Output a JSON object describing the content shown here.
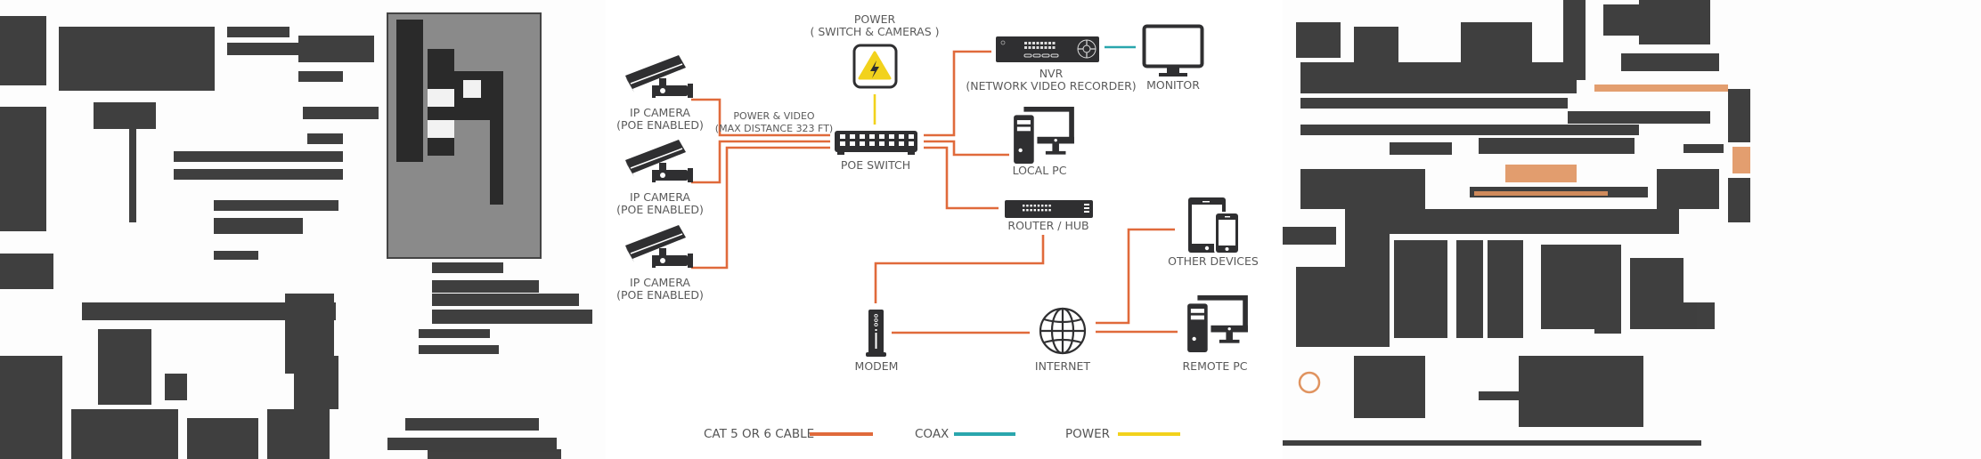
{
  "diagram": {
    "title": "IP Camera PoE Network Diagram",
    "colors": {
      "cat_cable": "#e06a3b",
      "coax": "#2aa6ad",
      "power": "#f2d21c",
      "device": "#2f2f31",
      "label": "#5a5a5a"
    },
    "nodes": {
      "power": {
        "icon": "power-warning-icon",
        "label_line1": "POWER",
        "label_line2": "( SWITCH & CAMERAS )"
      },
      "camera1": {
        "icon": "ip-camera-icon",
        "label_line1": "IP CAMERA",
        "label_line2": "(POE ENABLED)"
      },
      "camera2": {
        "icon": "ip-camera-icon",
        "label_line1": "IP CAMERA",
        "label_line2": "(POE ENABLED)"
      },
      "camera3": {
        "icon": "ip-camera-icon",
        "label_line1": "IP CAMERA",
        "label_line2": "(POE ENABLED)"
      },
      "poe_switch": {
        "icon": "network-switch-icon",
        "label": "POE SWITCH"
      },
      "nvr": {
        "icon": "nvr-recorder-icon",
        "label_line1": "NVR",
        "label_line2": "(NETWORK VIDEO RECORDER)"
      },
      "monitor": {
        "icon": "monitor-icon",
        "label": "MONITOR"
      },
      "local_pc": {
        "icon": "desktop-pc-icon",
        "label": "LOCAL PC"
      },
      "router": {
        "icon": "router-icon",
        "label": "ROUTER / HUB"
      },
      "modem": {
        "icon": "modem-icon",
        "label": "MODEM"
      },
      "internet": {
        "icon": "globe-icon",
        "label": "INTERNET"
      },
      "other_devices": {
        "icon": "tablet-phone-icon",
        "label": "OTHER DEVICES"
      },
      "remote_pc": {
        "icon": "desktop-pc-icon",
        "label": "REMOTE PC"
      }
    },
    "annotation": {
      "line1": "POWER & VIDEO",
      "line2": "(MAX DISTANCE 323 FT)"
    },
    "connections": [
      {
        "from": "camera1",
        "to": "poe_switch",
        "type": "cat"
      },
      {
        "from": "camera2",
        "to": "poe_switch",
        "type": "cat"
      },
      {
        "from": "camera3",
        "to": "poe_switch",
        "type": "cat"
      },
      {
        "from": "power",
        "to": "poe_switch",
        "type": "power"
      },
      {
        "from": "poe_switch",
        "to": "nvr",
        "type": "cat"
      },
      {
        "from": "poe_switch",
        "to": "local_pc",
        "type": "cat"
      },
      {
        "from": "poe_switch",
        "to": "router",
        "type": "cat"
      },
      {
        "from": "nvr",
        "to": "monitor",
        "type": "coax"
      },
      {
        "from": "router",
        "to": "modem",
        "type": "cat"
      },
      {
        "from": "modem",
        "to": "internet",
        "type": "cat"
      },
      {
        "from": "internet",
        "to": "other_devices",
        "type": "cat"
      },
      {
        "from": "internet",
        "to": "remote_pc",
        "type": "cat"
      }
    ],
    "legend": [
      {
        "label": "CAT 5 OR 6 CABLE",
        "type": "cat"
      },
      {
        "label": "COAX",
        "type": "coax"
      },
      {
        "label": "POWER",
        "type": "power"
      }
    ]
  },
  "side_panels": {
    "left": {
      "description": "illegible scanned-document texture"
    },
    "right": {
      "description": "illegible scanned-document texture"
    }
  }
}
